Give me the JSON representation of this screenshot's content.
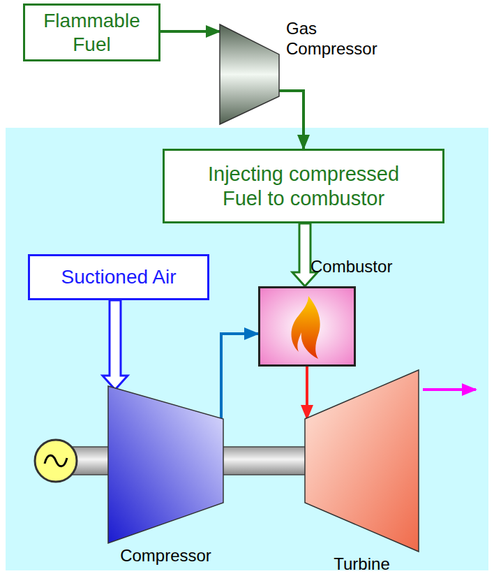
{
  "diagram": {
    "nodes": [
      {
        "text": [
          "Flammable Fuel"
        ]
      },
      {
        "text": [
          "Gas Compressor"
        ]
      },
      {
        "text": [
          "Injecting compressed Fuel to combustor"
        ]
      },
      {
        "text": [
          "Suctioned Air"
        ]
      },
      {
        "text": [
          "Combustor"
        ]
      },
      {
        "text": [
          "Compressor"
        ]
      },
      {
        "text": [
          "Turbine"
        ]
      }
    ],
    "edges": [
      {
        "from": 0,
        "to": 1,
        "arrow": "to"
      },
      {
        "from": 1,
        "to": 2,
        "arrow": "to"
      },
      {
        "from": 2,
        "to": 4,
        "arrow": "to"
      },
      {
        "from": 3,
        "to": 5,
        "arrow": "to"
      },
      {
        "from": 5,
        "to": 4,
        "arrow": "to"
      },
      {
        "from": 4,
        "to": 6,
        "arrow": "to"
      },
      {
        "from": 5,
        "to": 6,
        "arrow": "none"
      }
    ]
  }
}
